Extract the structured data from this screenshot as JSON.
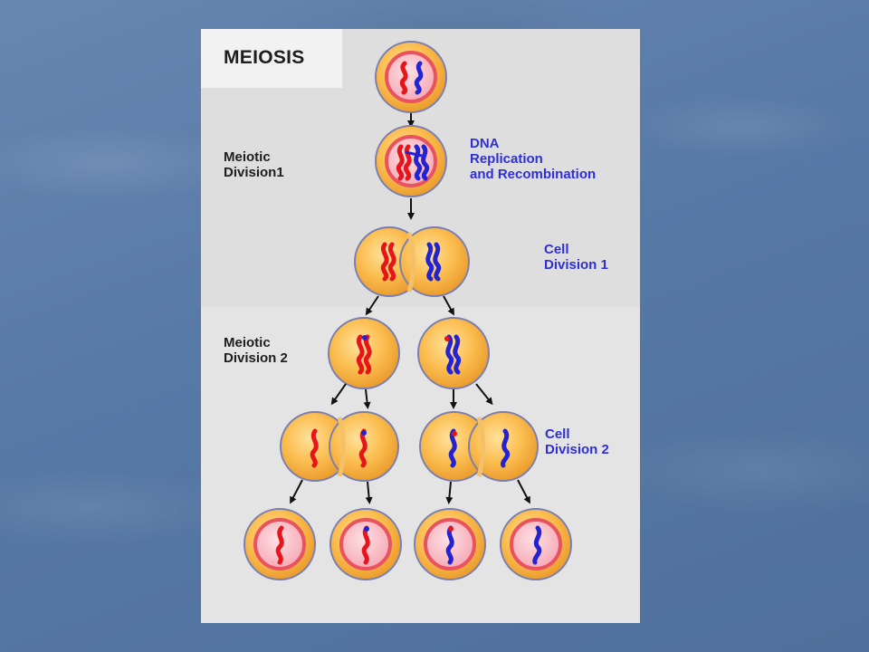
{
  "title": "MEIOSIS",
  "labels": {
    "meiotic_division_1": "Meiotic\nDivision1",
    "meiotic_division_2": "Meiotic\nDivision 2",
    "dna_replication": "DNA\nReplication\nand Recombination",
    "cell_division_1": "Cell\nDivision 1",
    "cell_division_2": "Cell\nDivision 2"
  },
  "colors": {
    "cell_fill": "#f9b03b",
    "nucleus_fill": "#f7a8b4",
    "nuclear_ring": "#e8535f",
    "maternal_chromosome": "#e8141c",
    "paternal_chromosome": "#2323d2",
    "blue_label": "#2f2fd6"
  }
}
